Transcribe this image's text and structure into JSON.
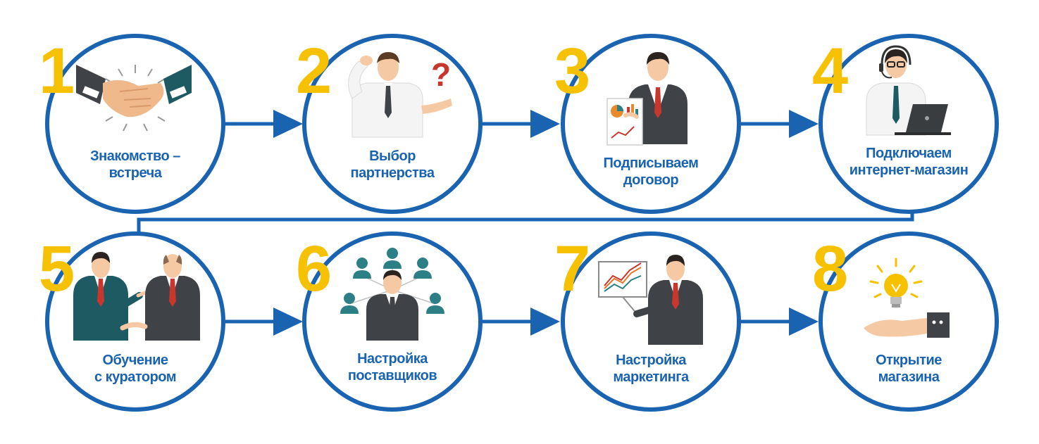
{
  "colors": {
    "circle_stroke": "#1a63b0",
    "arrow": "#1a63b0",
    "number": "#f6c100",
    "label": "#1a63b0",
    "suit_dark": "#3f4347",
    "suit_teal": "#1e5a62",
    "tie": "#c8372d",
    "skin": "#f5c9a3",
    "teal_figure": "#2d7f86"
  },
  "steps": [
    {
      "number": "1",
      "line1": "Знакомство –",
      "line2": "встреча",
      "icon": "handshake-icon"
    },
    {
      "number": "2",
      "line1": "Выбор",
      "line2": "партнерства",
      "icon": "thinking-man-icon"
    },
    {
      "number": "3",
      "line1": "Подписываем",
      "line2": "договор",
      "icon": "presenting-man-icon"
    },
    {
      "number": "4",
      "line1": "Подключаем",
      "line2": "интернет-магазин",
      "icon": "operator-laptop-icon"
    },
    {
      "number": "5",
      "line1": "Обучение",
      "line2": "с куратором",
      "icon": "two-men-talking-icon"
    },
    {
      "number": "6",
      "line1": "Настройка",
      "line2": "поставщиков",
      "icon": "network-people-icon"
    },
    {
      "number": "7",
      "line1": "Настройка",
      "line2": "маркетинга",
      "icon": "chart-presenter-icon"
    },
    {
      "number": "8",
      "line1": "Открытие",
      "line2": "магазина",
      "icon": "lightbulb-hand-icon"
    }
  ]
}
